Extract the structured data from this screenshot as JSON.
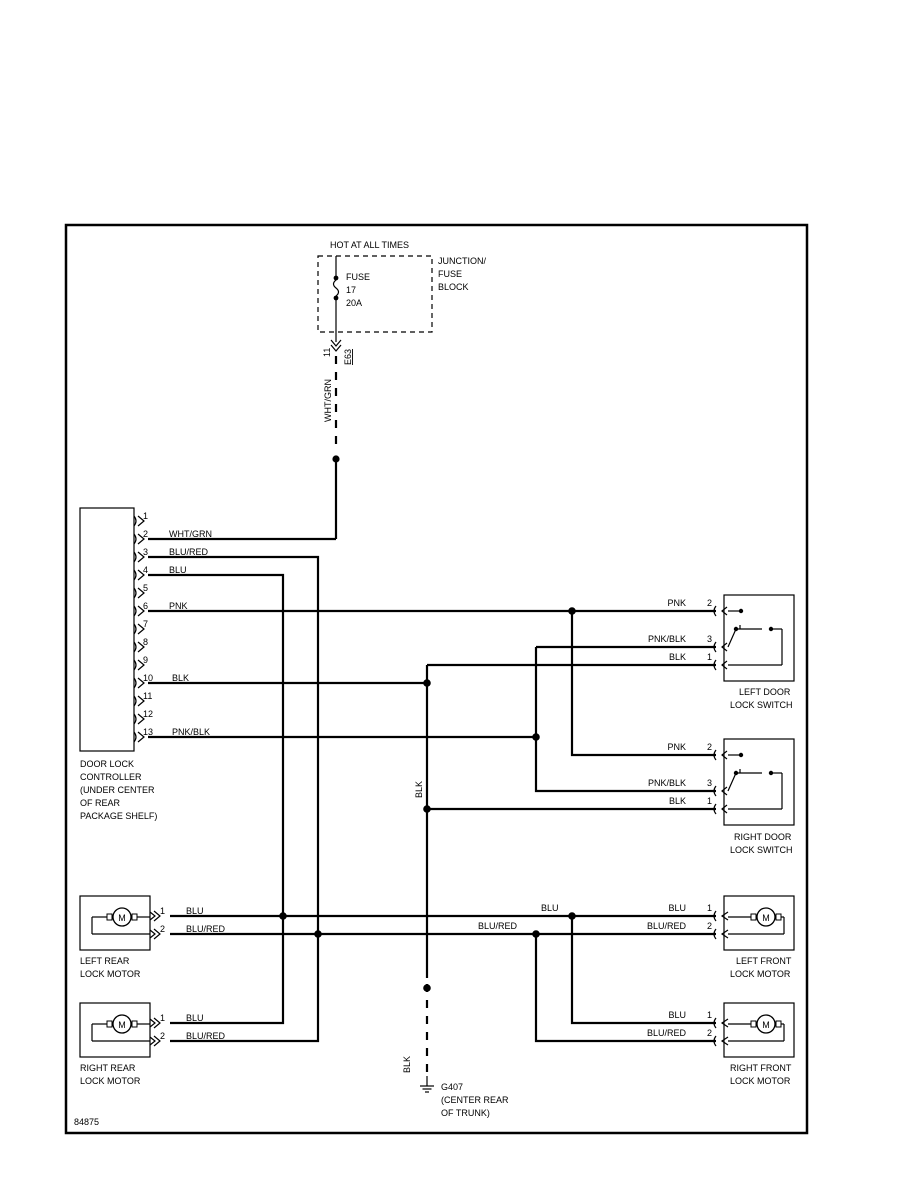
{
  "power": {
    "header": "HOT AT ALL TIMES",
    "fuse_lines": [
      "FUSE",
      "17",
      "20A"
    ],
    "block_lines": [
      "JUNCTION/",
      "FUSE",
      "BLOCK"
    ],
    "connector_pin": "11",
    "connector_id": "E63",
    "wire_color": "WHT/GRN"
  },
  "controller": {
    "pins": [
      "1",
      "2",
      "3",
      "4",
      "5",
      "6",
      "7",
      "8",
      "9",
      "10",
      "11",
      "12",
      "13"
    ],
    "wire_labels": {
      "p2": "WHT/GRN",
      "p3": "BLU/RED",
      "p4": "BLU",
      "p6": "PNK",
      "p10": "BLK",
      "p13": "PNK/BLK"
    },
    "name_lines": [
      "DOOR LOCK",
      "CONTROLLER",
      "(UNDER CENTER",
      "OF REAR",
      "PACKAGE SHELF)"
    ]
  },
  "left_door_switch": {
    "wires": [
      {
        "color": "PNK",
        "pin": "2"
      },
      {
        "color": "PNK/BLK",
        "pin": "3"
      },
      {
        "color": "BLK",
        "pin": "1"
      }
    ],
    "name_lines": [
      "LEFT DOOR",
      "LOCK SWITCH"
    ]
  },
  "right_door_switch": {
    "wires": [
      {
        "color": "PNK",
        "pin": "2"
      },
      {
        "color": "PNK/BLK",
        "pin": "3"
      },
      {
        "color": "BLK",
        "pin": "1"
      }
    ],
    "name_lines": [
      "RIGHT DOOR",
      "LOCK SWITCH"
    ]
  },
  "ground_wire": {
    "upper_label": "BLK",
    "lower_label": "BLK"
  },
  "bus_labels": {
    "blu": "BLU",
    "blu_red": "BLU/RED"
  },
  "left_rear_motor": {
    "wires": [
      {
        "pin": "1",
        "color": "BLU"
      },
      {
        "pin": "2",
        "color": "BLU/RED"
      }
    ],
    "name_lines": [
      "LEFT REAR",
      "LOCK MOTOR"
    ]
  },
  "right_rear_motor": {
    "wires": [
      {
        "pin": "1",
        "color": "BLU"
      },
      {
        "pin": "2",
        "color": "BLU/RED"
      }
    ],
    "name_lines": [
      "RIGHT REAR",
      "LOCK MOTOR"
    ]
  },
  "left_front_motor": {
    "wires": [
      {
        "color": "BLU",
        "pin": "1"
      },
      {
        "color": "BLU/RED",
        "pin": "2"
      }
    ],
    "name_lines": [
      "LEFT FRONT",
      "LOCK MOTOR"
    ]
  },
  "right_front_motor": {
    "wires": [
      {
        "color": "BLU",
        "pin": "1"
      },
      {
        "color": "BLU/RED",
        "pin": "2"
      }
    ],
    "name_lines": [
      "RIGHT FRONT",
      "LOCK MOTOR"
    ]
  },
  "motor_symbol": "M",
  "ground": {
    "id": "G407",
    "location_lines": [
      "(CENTER REAR",
      "OF TRUNK)"
    ]
  },
  "figure_number": "84875"
}
